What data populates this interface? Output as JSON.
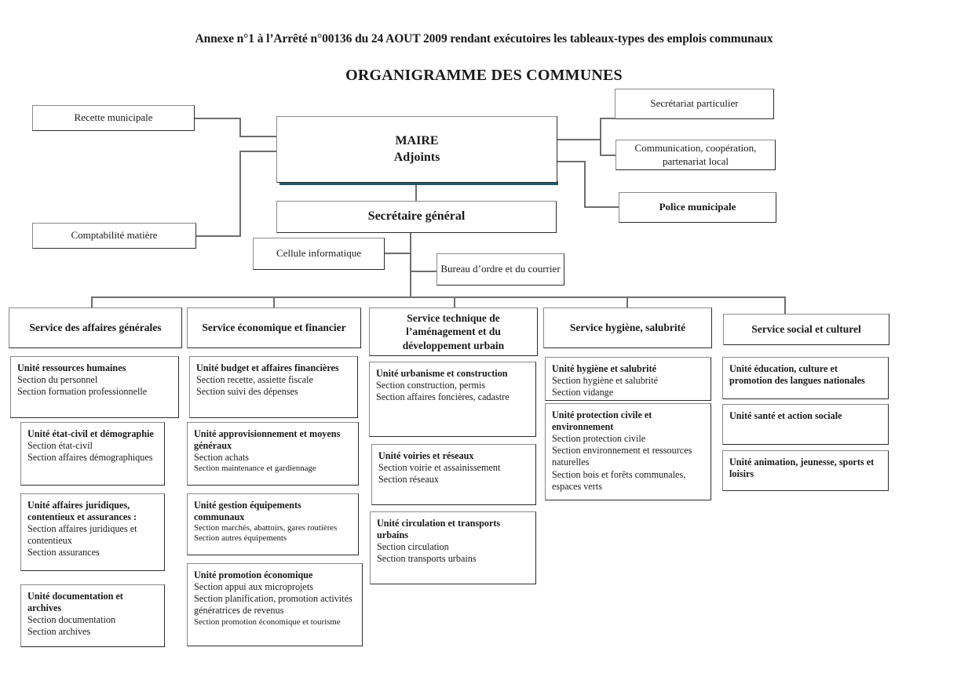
{
  "document": {
    "annex_title": "Annexe n°1 à l’Arrêté n°00136 du 24 AOUT 2009 rendant exécutoires les tableaux-types des emplois communaux",
    "chart_title": "ORGANIGRAMME DES COMMUNES"
  },
  "colors": {
    "box_border": "#2b2b2b",
    "box_border_light": "#8a8a8a",
    "connector": "#6e6e6e",
    "maire_shadow": "#245a69",
    "background": "#ffffff",
    "text": "#1a1a1a"
  },
  "executive": {
    "maire": {
      "line1": "MAIRE",
      "line2": "Adjoints"
    },
    "secretaire_general": "Secrétaire général"
  },
  "left_support": [
    {
      "label": "Recette municipale"
    },
    {
      "label": "Comptabilité matière"
    }
  ],
  "right_support": [
    {
      "label": "Secrétariat particulier",
      "bold": false
    },
    {
      "label": "Communication, coopération, partenariat local",
      "bold": false
    },
    {
      "label": "Police municipale",
      "bold": true
    }
  ],
  "sg_support": [
    {
      "label": "Cellule informatique"
    },
    {
      "label": "Bureau d’ordre et du courrier"
    }
  ],
  "services": [
    {
      "name": "Service des affaires générales",
      "units": [
        {
          "title": "Unité ressources humaines",
          "sections": [
            {
              "text": "Section du personnel",
              "small": false
            },
            {
              "text": "Section formation professionnelle",
              "small": false
            }
          ]
        },
        {
          "title": "Unité état-civil et démographie",
          "sections": [
            {
              "text": "Section état-civil",
              "small": false
            },
            {
              "text": "Section affaires démographiques",
              "small": false
            }
          ]
        },
        {
          "title": "Unité affaires juridiques, contentieux et assurances :",
          "sections": [
            {
              "text": "Section affaires juridiques et contentieux",
              "small": false
            },
            {
              "text": "Section assurances",
              "small": false
            }
          ]
        },
        {
          "title": "Unité documentation et archives",
          "sections": [
            {
              "text": "Section documentation",
              "small": false
            },
            {
              "text": "Section archives",
              "small": false
            }
          ]
        }
      ]
    },
    {
      "name": "Service économique et financier",
      "units": [
        {
          "title": "Unité budget et affaires financières",
          "sections": [
            {
              "text": "Section recette, assiette fiscale",
              "small": false
            },
            {
              "text": "Section suivi des dépenses",
              "small": false
            }
          ]
        },
        {
          "title": "Unité approvisionnement et moyens généraux",
          "sections": [
            {
              "text": "Section achats",
              "small": false
            },
            {
              "text": "Section maintenance et gardiennage",
              "small": true
            }
          ]
        },
        {
          "title": "Unité gestion équipements communaux",
          "sections": [
            {
              "text": "Section marchés, abattoirs, gares routières",
              "small": true
            },
            {
              "text": "Section autres équipements",
              "small": true
            }
          ]
        },
        {
          "title": "Unité promotion économique",
          "sections": [
            {
              "text": "Section appui aux microprojets",
              "small": false
            },
            {
              "text": "Section planification, promotion activités génératrices de revenus",
              "small": false
            },
            {
              "text": "Section promotion économique et tourisme",
              "small": true
            }
          ]
        }
      ]
    },
    {
      "name": "Service technique de l’aménagement et du développement urbain",
      "units": [
        {
          "title": "Unité urbanisme et construction",
          "sections": [
            {
              "text": "Section construction, permis",
              "small": false
            },
            {
              "text": "Section affaires foncières, cadastre",
              "small": false
            }
          ]
        },
        {
          "title": "Unité voiries et réseaux",
          "sections": [
            {
              "text": "Section voirie et assainissement",
              "small": false
            },
            {
              "text": "Section réseaux",
              "small": false
            }
          ]
        },
        {
          "title": "Unité circulation et transports urbains",
          "sections": [
            {
              "text": "Section circulation",
              "small": false
            },
            {
              "text": "Section transports urbains",
              "small": false
            }
          ]
        }
      ]
    },
    {
      "name": "Service hygiène, salubrité",
      "units": [
        {
          "title": "Unité hygiène et salubrité",
          "sections": [
            {
              "text": "Section hygiène et salubrité",
              "small": false
            },
            {
              "text": "Section vidange",
              "small": false
            }
          ]
        },
        {
          "title": "Unité protection civile et environnement",
          "sections": [
            {
              "text": "Section protection civile",
              "small": false
            },
            {
              "text": "Section environnement et ressources naturelles",
              "small": false
            },
            {
              "text": "Section bois et forêts communales, espaces verts",
              "small": false
            }
          ]
        }
      ]
    },
    {
      "name": "Service social et culturel",
      "units": [
        {
          "title": "Unité éducation, culture et promotion des langues nationales",
          "sections": []
        },
        {
          "title": "Unité santé et action sociale",
          "sections": []
        },
        {
          "title": "Unité animation, jeunesse, sports et loisirs",
          "sections": []
        }
      ]
    }
  ]
}
